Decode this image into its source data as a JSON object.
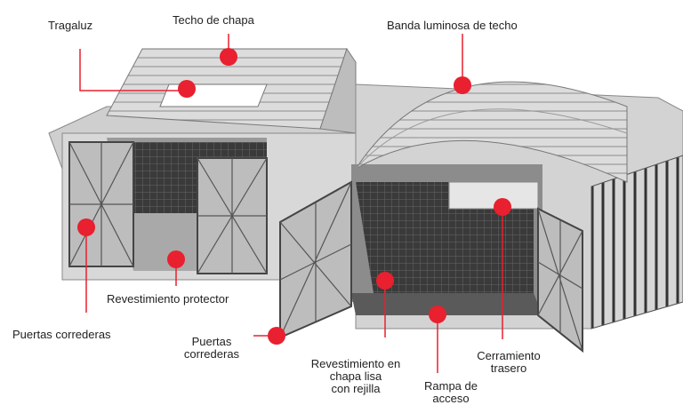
{
  "accent_color": "#e8202f",
  "labels": {
    "tragaluz": "Tragaluz",
    "techo_chapa": "Techo de chapa",
    "banda": "Banda luminosa de techo",
    "rev_protector": "Revestimiento protector",
    "puertas_izq": "Puertas correderas",
    "puertas_centro_1": "Puertas",
    "puertas_centro_2": "correderas",
    "rev_chapa_1": "Revestimiento en",
    "rev_chapa_2": "chapa lisa",
    "rev_chapa_3": "con rejilla",
    "rampa_1": "Rampa de",
    "rampa_2": "acceso",
    "cerramiento_1": "Cerramiento",
    "cerramiento_2": "trasero"
  }
}
